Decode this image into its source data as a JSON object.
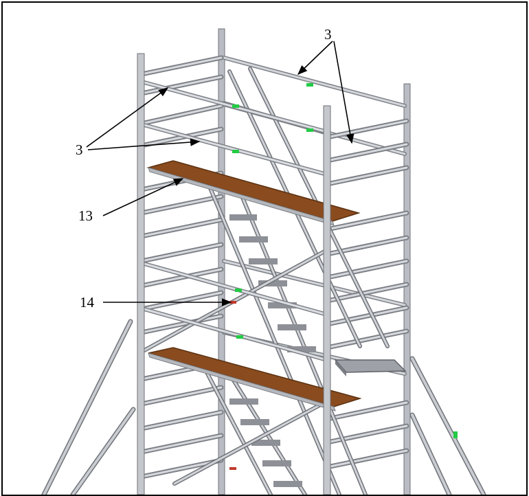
{
  "figure": {
    "description_labels": [
      "3",
      "3",
      "13",
      "14"
    ],
    "callouts": [
      {
        "id": "callout-3-top",
        "text": "3"
      },
      {
        "id": "callout-3-left",
        "text": "3"
      },
      {
        "id": "callout-13",
        "text": "13"
      },
      {
        "id": "callout-14",
        "text": "14"
      }
    ]
  },
  "colors": {
    "frame_border": "#000000",
    "tube": "#b9bcc2",
    "tube_edge": "#6f7278",
    "platform_top": "#8a4b1e",
    "platform_edge": "#5a3010",
    "marker_green": "#22cc44",
    "marker_red": "#c0392b"
  }
}
